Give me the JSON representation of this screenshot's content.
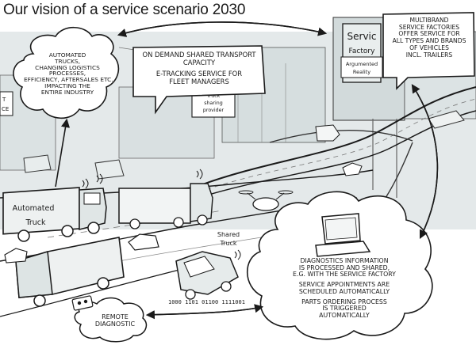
{
  "title": "Our vision of a service scenario 2030",
  "bubbles": {
    "automated_trucks": [
      "Automated",
      "trucks,",
      "changing logistics",
      "processes,",
      "efficiency, aftersales etc.",
      "impacting the",
      "entire industry"
    ],
    "on_demand": [
      "On demand shared transport",
      "capacity",
      "E-tracking service for",
      "fleet managers"
    ],
    "multibrand": [
      "Multibrand",
      "service factories",
      "offer service for",
      "all types and brands",
      "of vehicles",
      "incl. trailers"
    ],
    "diagnostics": [
      "Diagnostics information",
      "is processed and shared,",
      "e.g. with the service factory",
      "Service appointments are",
      "scheduled automatically",
      "Parts ordering process",
      "is triggered",
      "automatically"
    ],
    "remote": [
      "Remote",
      "diagnostic"
    ]
  },
  "signs": {
    "service": "Servic",
    "factory": "Factory",
    "reality": [
      "Argumented",
      "Reality"
    ],
    "truck_sharing": [
      "Truck",
      "sharing",
      "provider"
    ]
  },
  "labels": {
    "automated_truck": [
      "Automated",
      "Truck"
    ],
    "shared_truck": [
      "Shared",
      "Truck"
    ],
    "binary": "1000 1101 01100 1111001",
    "left_sign": [
      "T",
      "CE"
    ]
  }
}
